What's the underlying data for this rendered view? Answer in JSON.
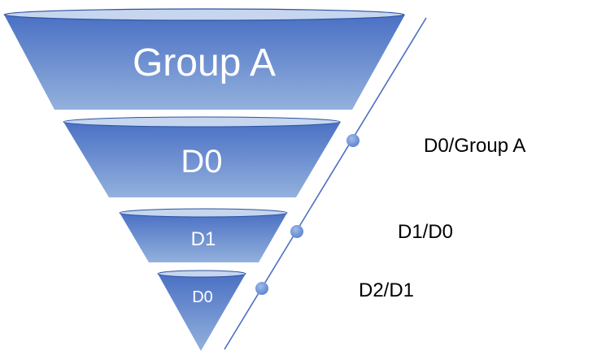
{
  "funnel": {
    "levels": [
      {
        "label": "Group A"
      },
      {
        "label": "D0"
      },
      {
        "label": "D1"
      },
      {
        "label": "D0"
      }
    ],
    "ratios": [
      {
        "label": "D0/Group A"
      },
      {
        "label": "D1/D0"
      },
      {
        "label": "D2/D1"
      }
    ]
  },
  "colors": {
    "fill_dark": "#4a70c4",
    "fill_light": "#93b1dd",
    "top_ellipse": "#c6d6ef",
    "rim": "#2c52a0",
    "guide_line": "#4b6fc2",
    "dot": "#5a82cf"
  }
}
